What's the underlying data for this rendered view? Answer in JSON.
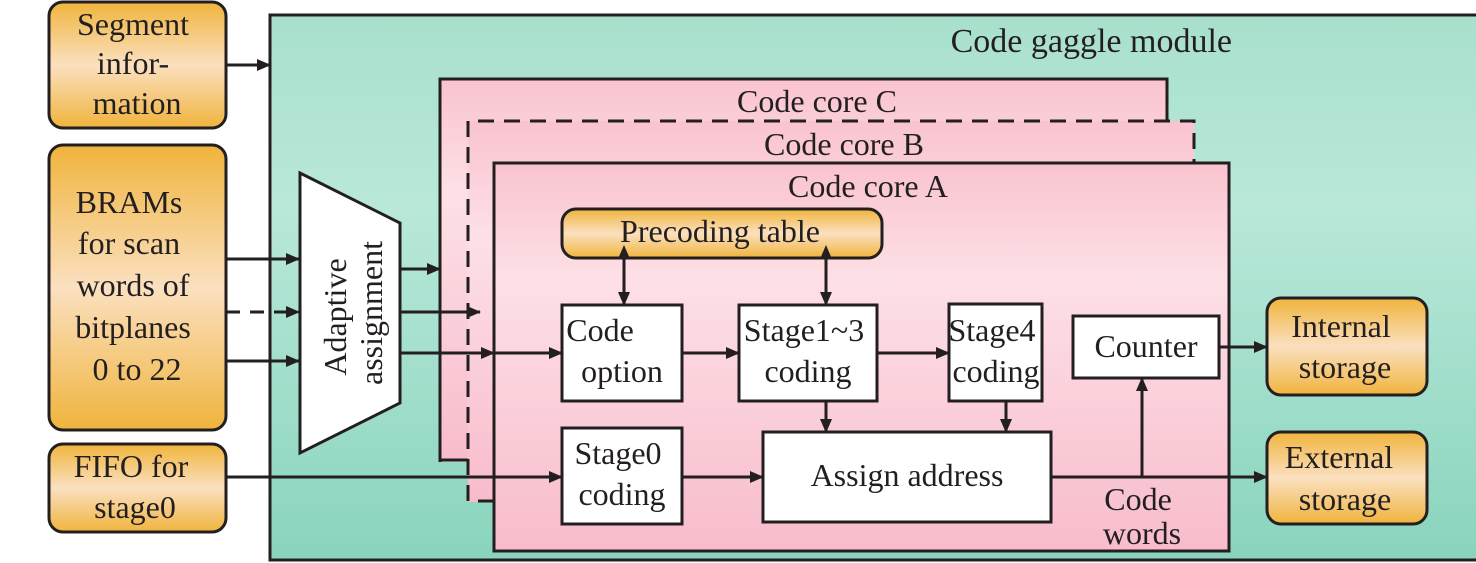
{
  "colors": {
    "module_fill_top": "#a8e0cc",
    "module_fill_bottom": "#8bd5bf",
    "core_fill_top": "#fde0e6",
    "core_fill_bottom": "#f8bccb",
    "io_fill_dark": "#f0b43c",
    "io_fill_light": "#fbe0c0",
    "stroke": "#231f20",
    "block_fill": "#ffffff"
  },
  "module": {
    "title": "Code gaggle module"
  },
  "inputs": {
    "segment": {
      "lines": [
        "Segment",
        "infor-",
        "mation"
      ]
    },
    "brams": {
      "lines": [
        "BRAMs",
        "for scan",
        "words of",
        "bitplanes",
        "0 to 22"
      ]
    },
    "fifo": {
      "lines": [
        "FIFO for",
        "stage0"
      ]
    }
  },
  "outputs": {
    "internal": {
      "lines": [
        "Internal",
        "storage"
      ]
    },
    "external": {
      "lines": [
        "External",
        "storage"
      ]
    }
  },
  "adaptive": {
    "lines": [
      "Adaptive",
      "assignment"
    ]
  },
  "cores": {
    "c": {
      "title": "Code core C"
    },
    "b": {
      "title": "Code core B"
    },
    "a": {
      "title": "Code core A"
    }
  },
  "blocks": {
    "precoding": "Precoding table",
    "code_option": [
      "Code",
      "option"
    ],
    "stage13": [
      "Stage1~3",
      "coding"
    ],
    "stage4": [
      "Stage4",
      "coding"
    ],
    "counter": "Counter",
    "stage0": [
      "Stage0",
      "coding"
    ],
    "assign": "Assign address",
    "code_words": [
      "Code",
      "words"
    ]
  }
}
